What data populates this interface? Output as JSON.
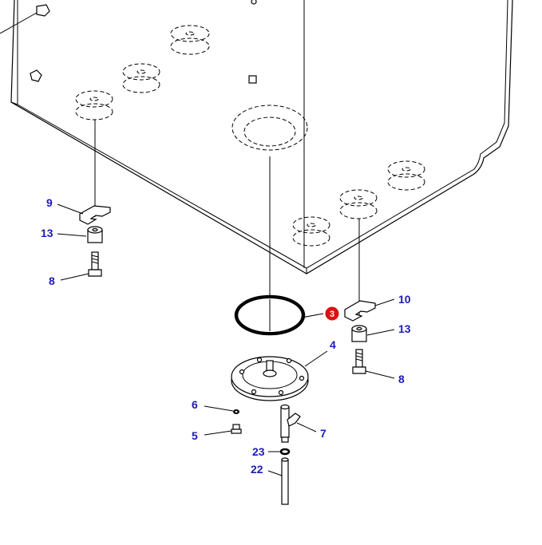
{
  "diagram": {
    "label_color": "#1c1cb4",
    "highlight_color": "#dd1111",
    "callouts": {
      "c9": "9",
      "c13a": "13",
      "c8a": "8",
      "c10": "10",
      "c3": "3",
      "c13b": "13",
      "c4": "4",
      "c8b": "8",
      "c6": "6",
      "c5": "5",
      "c7": "7",
      "c23": "23",
      "c22": "22"
    }
  }
}
